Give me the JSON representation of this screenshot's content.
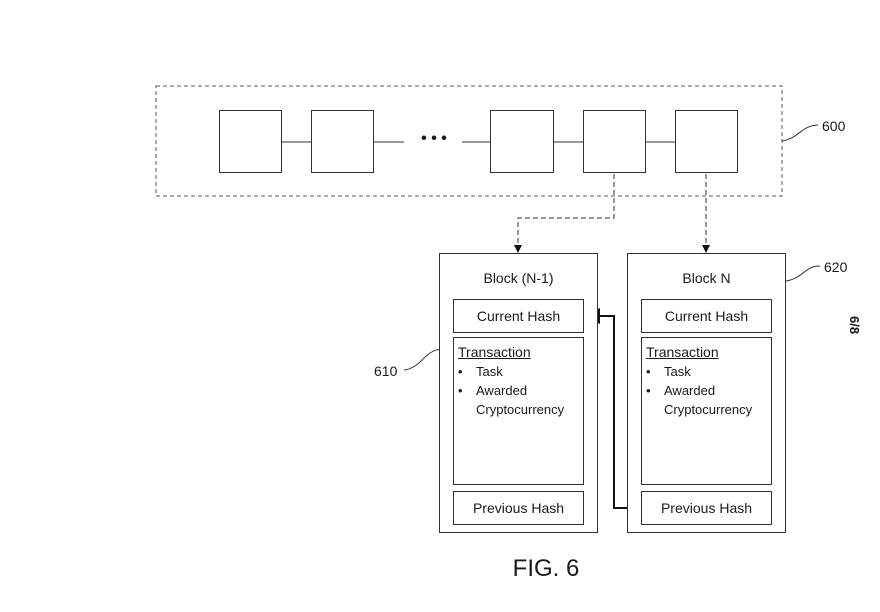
{
  "blockchain": {
    "ref": "600",
    "ellipsis": "• • •"
  },
  "block_prev": {
    "ref": "610",
    "title": "Block (N-1)",
    "current_hash": "Current Hash",
    "transaction_heading": "Transaction",
    "items": [
      "Task",
      "Awarded"
    ],
    "item_continuation": "Cryptocurrency",
    "previous_hash": "Previous Hash"
  },
  "block_n": {
    "ref": "620",
    "title": "Block N",
    "current_hash": "Current Hash",
    "transaction_heading": "Transaction",
    "items": [
      "Task",
      "Awarded"
    ],
    "item_continuation": "Cryptocurrency",
    "previous_hash": "Previous Hash"
  },
  "figure": {
    "caption": "FIG. 6",
    "sheet": "6/8"
  }
}
